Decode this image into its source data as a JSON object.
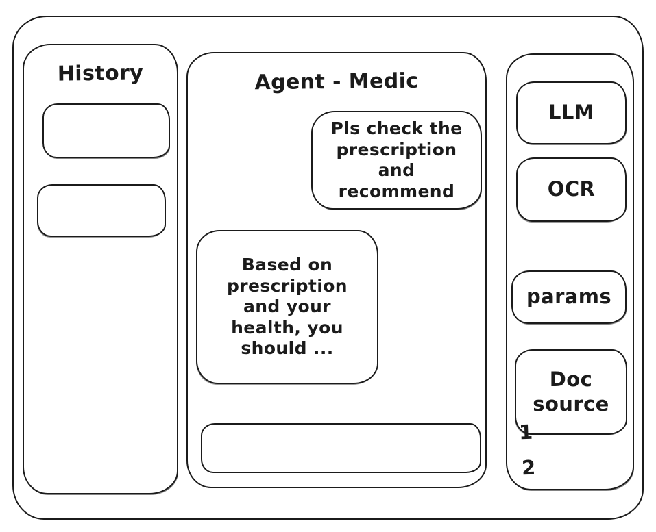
{
  "colors": {
    "ink": "#1b1b1b",
    "background": "#ffffff"
  },
  "history": {
    "title": "History",
    "items": [
      {
        "label": ""
      },
      {
        "label": ""
      }
    ]
  },
  "chat": {
    "title": "Agent - Medic",
    "messages": [
      {
        "role": "user",
        "text": "Pls check the prescription and recommend"
      },
      {
        "role": "assistant",
        "text": "Based on prescription and your health, you should ..."
      }
    ],
    "input": {
      "value": "",
      "placeholder": ""
    }
  },
  "tools": {
    "buttons": [
      {
        "label": "LLM"
      },
      {
        "label": "OCR"
      },
      {
        "label": "params"
      },
      {
        "label": "Doc source"
      }
    ],
    "annotations": [
      "1",
      "2"
    ]
  }
}
